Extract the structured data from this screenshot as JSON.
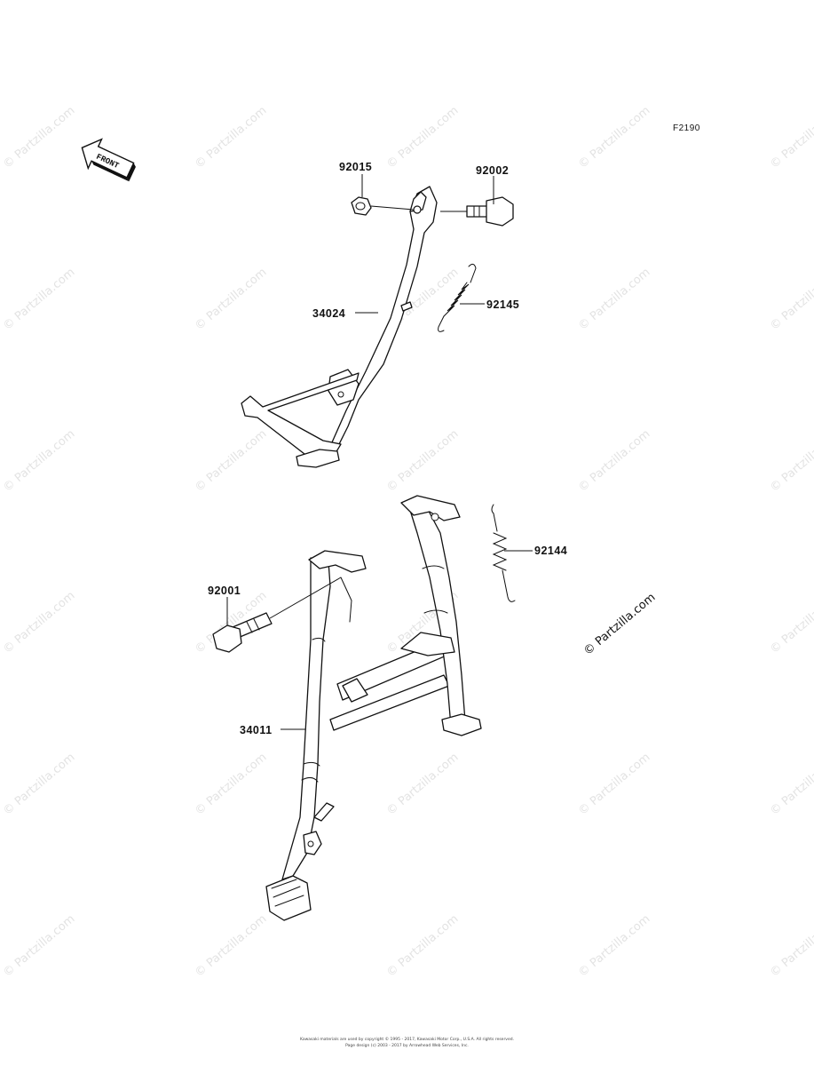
{
  "figure_code": "F2190",
  "front_arrow_label": "FRONT",
  "copyright_notice": "© Partzilla.com",
  "watermark_text": "© Partzilla.com",
  "parts": {
    "p92015": "92015",
    "p92002": "92002",
    "p34024": "34024",
    "p92145": "92145",
    "p92144": "92144",
    "p92001": "92001",
    "p34011": "34011"
  },
  "footer": {
    "line1": "Kawasaki materials are used by copyright © 1995 - 2017, Kawasaki Motor Corp., U.S.A. All rights reserved.",
    "line2": "Page design (c) 2003 - 2017 by Arrowhead Web Services, Inc."
  }
}
